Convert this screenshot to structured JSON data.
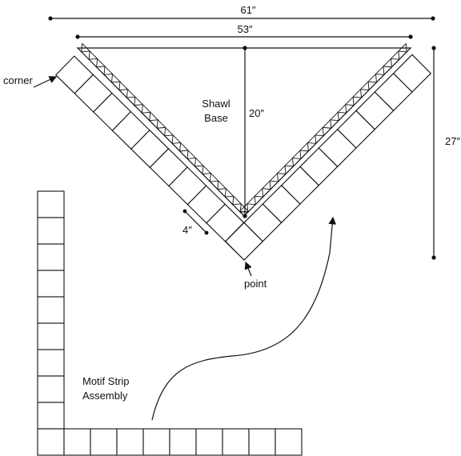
{
  "dimensions": {
    "overall_width": "61″",
    "base_width": "53″",
    "base_depth": "20″",
    "total_depth": "27″",
    "motif_size": "4″"
  },
  "labels": {
    "shawl_base_line1": "Shawl",
    "shawl_base_line2": "Base",
    "corner": "corner",
    "point": "point",
    "assembly_line1": "Motif Strip",
    "assembly_line2": "Assembly"
  },
  "colors": {
    "line": "#111111",
    "background": "#ffffff"
  }
}
